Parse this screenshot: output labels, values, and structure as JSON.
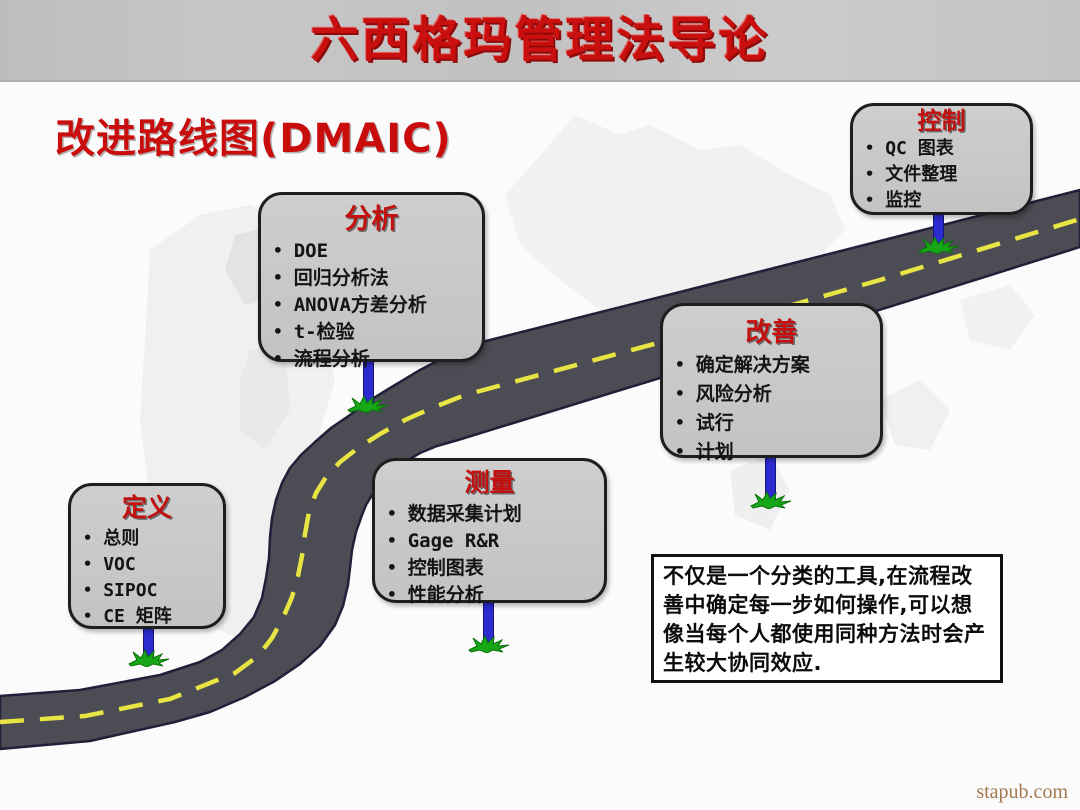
{
  "banner": {
    "title": "六西格玛管理法导论"
  },
  "page": {
    "heading": "改进路线图(DMAIC)",
    "watermark": "stapub.com"
  },
  "stages": [
    {
      "id": "define",
      "title": "定义",
      "items": [
        "总则",
        "VOC",
        "SIPOC",
        "CE 矩阵"
      ]
    },
    {
      "id": "measure",
      "title": "测量",
      "items": [
        "数据采集计划",
        "Gage R&R",
        "控制图表",
        "性能分析"
      ]
    },
    {
      "id": "analyze",
      "title": "分析",
      "items": [
        "DOE",
        "回归分析法",
        "ANOVA方差分析",
        "t-检验",
        "流程分析"
      ]
    },
    {
      "id": "improve",
      "title": "改善",
      "items": [
        "确定解决方案",
        "风险分析",
        "试行",
        "计划"
      ]
    },
    {
      "id": "control",
      "title": "控制",
      "items": [
        "QC 图表",
        "文件整理",
        "监控"
      ]
    }
  ],
  "note": {
    "text": "不仅是一个分类的工具,在流程改善中确定每一步如何操作,可以想像当每个人都使用同种方法时会产生较大协同效应."
  },
  "colors": {
    "title_red": "#c9100f",
    "banner_gray": "#c4c4c4",
    "box_fill": "#c9c9c9",
    "box_border": "#1e1e1e",
    "road_asphalt": "#4c4c54",
    "road_outline": "#20203a",
    "lane_marking_yellow": "#e8e444",
    "pole_blue": "#2b2bd0",
    "grass_green": "#16a616",
    "note_border": "#111111",
    "watermark_brown": "#a3794f"
  }
}
